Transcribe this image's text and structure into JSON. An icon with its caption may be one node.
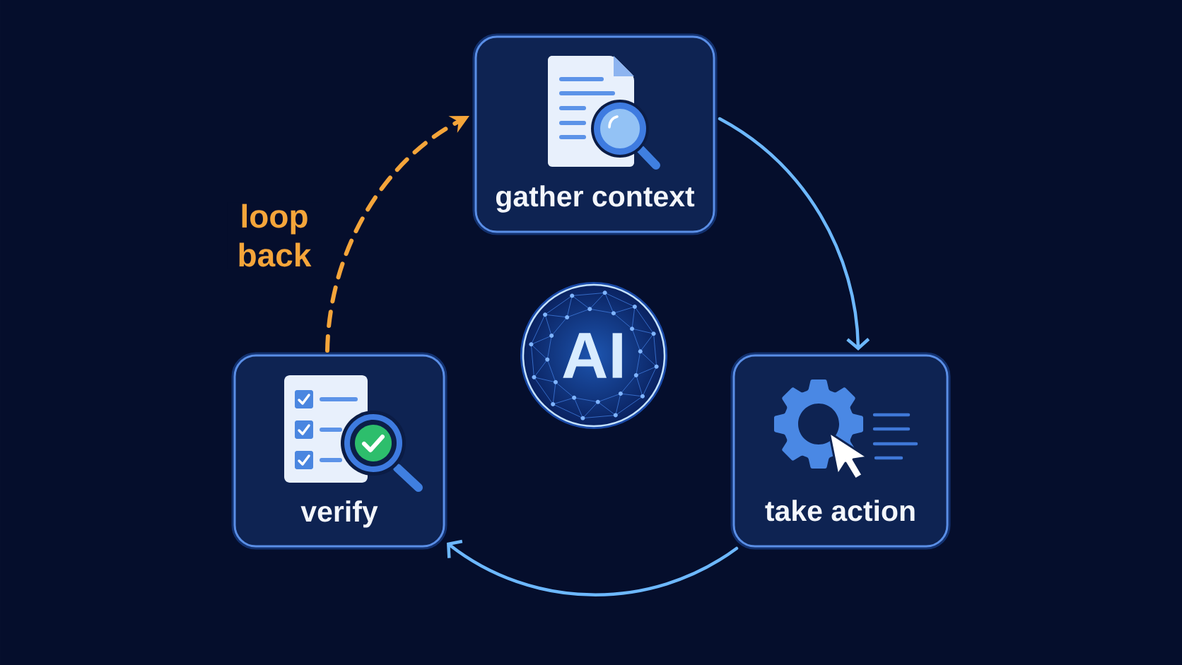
{
  "diagram": {
    "nodes": [
      {
        "text": [
          "gather context"
        ]
      },
      {
        "text": [
          "take action"
        ]
      },
      {
        "text": [
          "verify"
        ]
      },
      {
        "text": [
          "AI"
        ]
      }
    ],
    "edges": [
      {
        "from": 0,
        "to": 1,
        "arrow": "to"
      },
      {
        "from": 1,
        "to": 2,
        "arrow": "to"
      },
      {
        "from": 2,
        "to": 0,
        "arrow": "to",
        "label": "loop back",
        "style": "dashed",
        "color": "#f5a53a"
      }
    ]
  }
}
